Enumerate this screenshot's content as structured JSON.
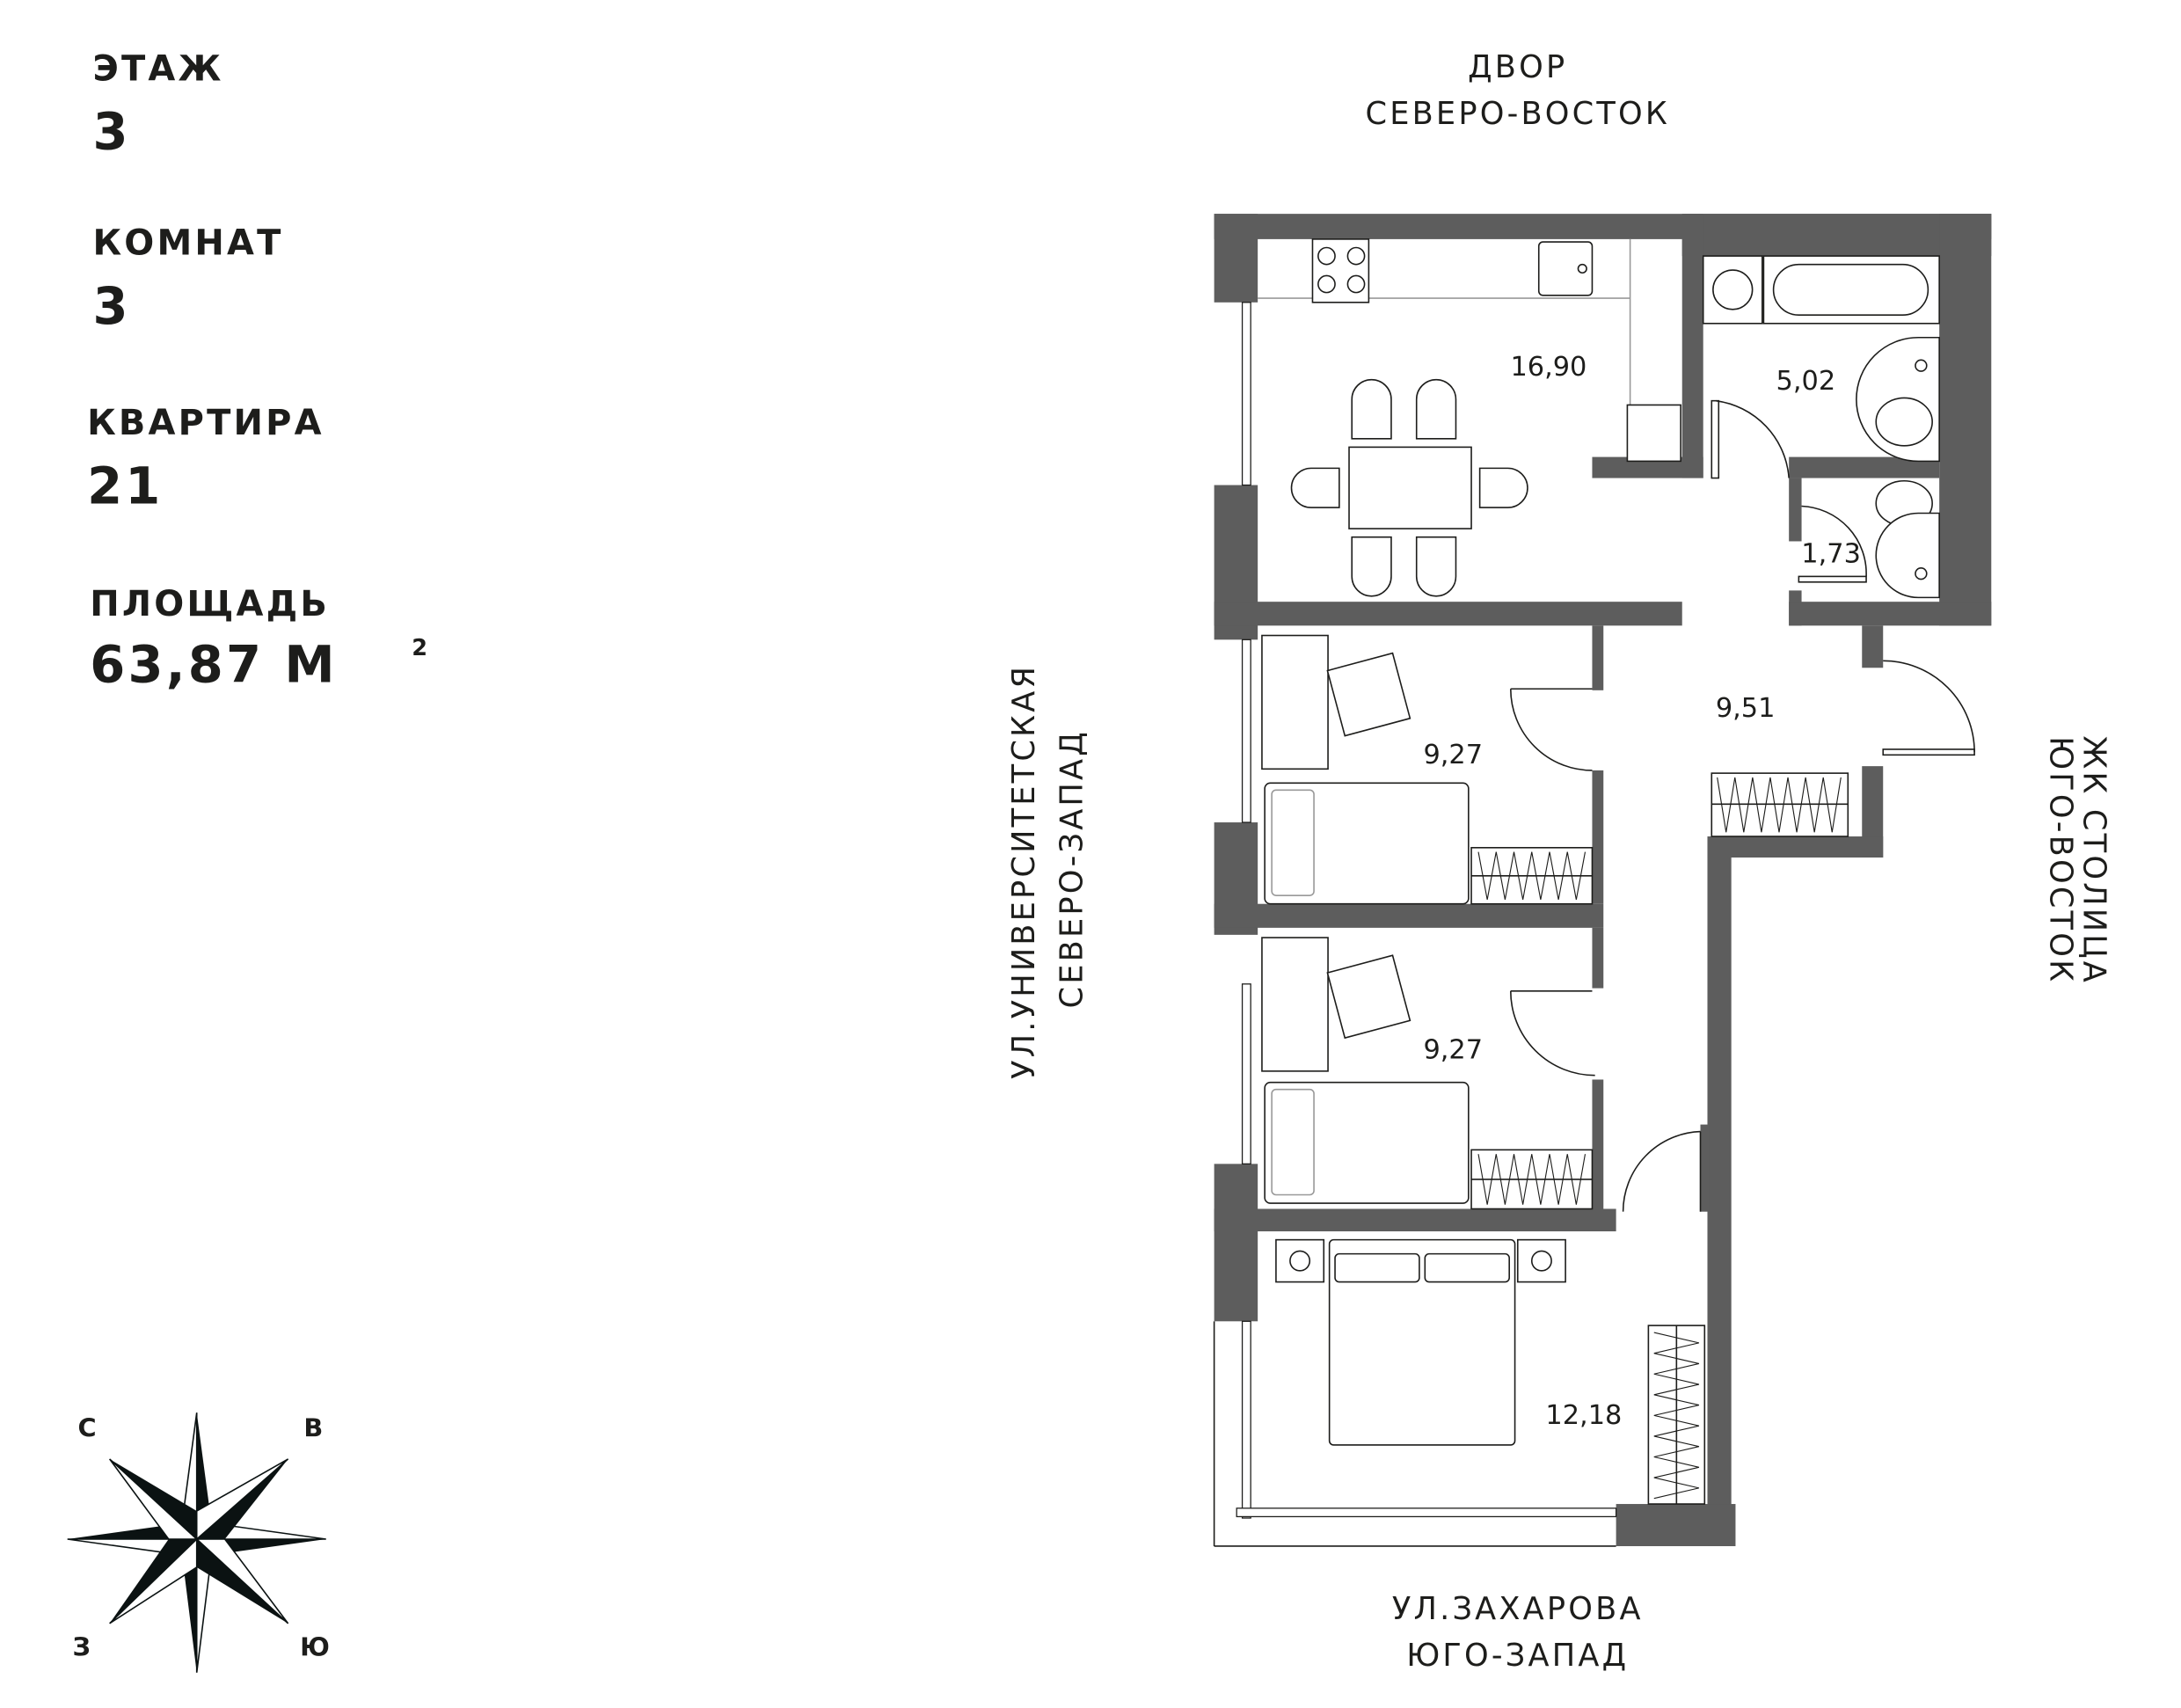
{
  "info": {
    "floor_label": "ЭТАЖ",
    "floor_value": "3",
    "rooms_label": "КОМНАТ",
    "rooms_value": "3",
    "apartment_label": "КВАРТИРА",
    "apartment_value": "21",
    "area_label": "ПЛОЩАДЬ",
    "area_value": "63,87 М",
    "area_unit_sup": "2"
  },
  "orientation": {
    "top_line1": "ДВОР",
    "top_line2": "СЕВЕРО-ВОСТОК",
    "left_line1": "УЛ.УНИВЕРСИТЕТСКАЯ",
    "left_line2": "СЕВЕРО-ЗАПАД",
    "right_line1": "ЖК СТОЛИЦА",
    "right_line2": "ЮГО-ВОСТОК",
    "bottom_line1": "УЛ.ЗАХАРОВА",
    "bottom_line2": "ЮГО-ЗАПАД"
  },
  "rooms": {
    "kitchen": "16,90",
    "bathroom": "5,02",
    "wc": "1,73",
    "hall": "9,51",
    "bedroom1": "9,27",
    "bedroom2": "9,27",
    "bedroom3": "12,18"
  },
  "compass": {
    "north": "С",
    "east": "В",
    "west": "З",
    "south": "Ю"
  },
  "colors": {
    "wall": "#5d5d5d",
    "text": "#1d1d1b"
  }
}
